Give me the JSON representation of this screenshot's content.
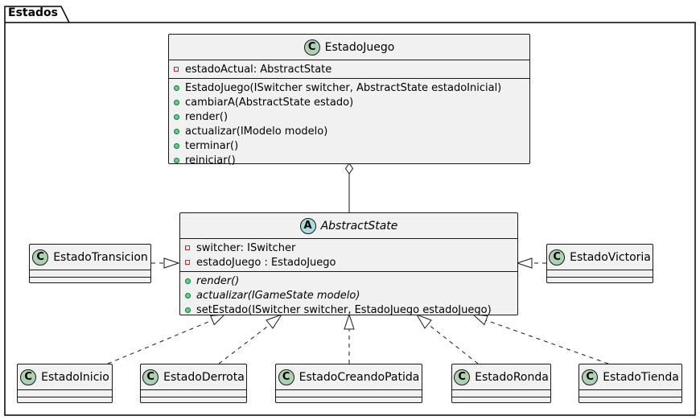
{
  "package": {
    "name": "Estados"
  },
  "classes": {
    "estado_juego": {
      "name": "EstadoJuego",
      "stereotype_letter": "C",
      "attributes": [
        {
          "visibility": "private",
          "text": "estadoActual: AbstractState"
        }
      ],
      "methods": [
        {
          "visibility": "public",
          "text": "EstadoJuego(ISwitcher switcher, AbstractState estadoInicial)"
        },
        {
          "visibility": "public",
          "text": "cambiarA(AbstractState estado)"
        },
        {
          "visibility": "public",
          "text": "render()"
        },
        {
          "visibility": "public",
          "text": "actualizar(IModelo modelo)"
        },
        {
          "visibility": "public",
          "text": "terminar()"
        },
        {
          "visibility": "public",
          "text": "reiniciar()"
        }
      ]
    },
    "abstract_state": {
      "name": "AbstractState",
      "stereotype_letter": "A",
      "attributes": [
        {
          "visibility": "private",
          "text": "switcher: ISwitcher"
        },
        {
          "visibility": "private",
          "text": "estadoJuego : EstadoJuego"
        }
      ],
      "methods": [
        {
          "visibility": "public",
          "text": "render()",
          "abstract": true
        },
        {
          "visibility": "public",
          "text": "actualizar(IGameState modelo)",
          "abstract": true
        },
        {
          "visibility": "public",
          "text": "setEstado(ISwitcher switcher, EstadoJuego estadoJuego)",
          "abstract": false
        }
      ]
    },
    "estado_transicion": {
      "name": "EstadoTransicion",
      "stereotype_letter": "C"
    },
    "estado_victoria": {
      "name": "EstadoVictoria",
      "stereotype_letter": "C"
    },
    "estado_inicio": {
      "name": "EstadoInicio",
      "stereotype_letter": "C"
    },
    "estado_derrota": {
      "name": "EstadoDerrota",
      "stereotype_letter": "C"
    },
    "estado_creando_patida": {
      "name": "EstadoCreandoPatida",
      "stereotype_letter": "C"
    },
    "estado_ronda": {
      "name": "EstadoRonda",
      "stereotype_letter": "C"
    },
    "estado_tienda": {
      "name": "EstadoTienda",
      "stereotype_letter": "C"
    }
  },
  "relations": [
    {
      "type": "aggregation",
      "from": "EstadoJuego",
      "to": "AbstractState"
    },
    {
      "type": "realization",
      "from": "EstadoTransicion",
      "to": "AbstractState"
    },
    {
      "type": "realization",
      "from": "EstadoVictoria",
      "to": "AbstractState"
    },
    {
      "type": "realization",
      "from": "EstadoInicio",
      "to": "AbstractState"
    },
    {
      "type": "realization",
      "from": "EstadoDerrota",
      "to": "AbstractState"
    },
    {
      "type": "realization",
      "from": "EstadoCreandoPatida",
      "to": "AbstractState"
    },
    {
      "type": "realization",
      "from": "EstadoRonda",
      "to": "AbstractState"
    },
    {
      "type": "realization",
      "from": "EstadoTienda",
      "to": "AbstractState"
    }
  ]
}
